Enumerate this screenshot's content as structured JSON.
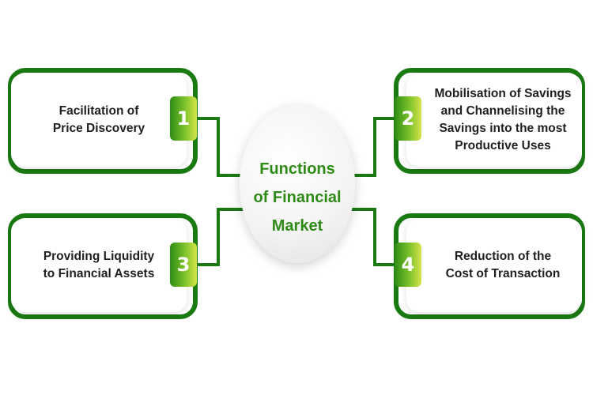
{
  "center": {
    "line1": "Functions",
    "line2": "of Financial",
    "line3": "Market"
  },
  "items": [
    {
      "number": "1",
      "line1": "Facilitation of",
      "line2": "Price Discovery",
      "line3": "",
      "line4": ""
    },
    {
      "number": "2",
      "line1": "Mobilisation of Savings",
      "line2": "and Channelising the",
      "line3": "Savings into the most",
      "line4": "Productive Uses"
    },
    {
      "number": "3",
      "line1": "Providing Liquidity",
      "line2": "to Financial Assets",
      "line3": "",
      "line4": ""
    },
    {
      "number": "4",
      "line1": "Reduction of the",
      "line2": "Cost of Transaction",
      "line3": "",
      "line4": ""
    }
  ],
  "colors": {
    "frame_green": "#1a7a12",
    "title_green": "#2e8b17",
    "badge_gradient_start": "#2f8c16",
    "badge_gradient_end": "#d6e34a"
  }
}
